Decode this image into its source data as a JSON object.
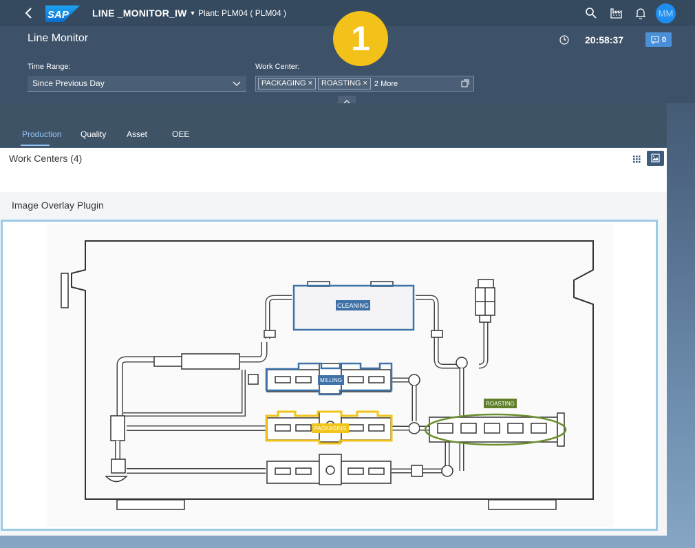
{
  "shell": {
    "app_title": "LINE _MONITOR_IW",
    "plant": "Plant: PLM04 ( PLM04 )",
    "logo_text": "SAP",
    "avatar": "MM"
  },
  "header": {
    "page_title": "Line Monitor",
    "step_badge": "1",
    "time": "20:58:37",
    "notifications": "0",
    "time_range_label": "Time Range:",
    "time_range_value": "Since Previous Day",
    "work_center_label": "Work Center:",
    "work_center_tokens": [
      "PACKAGING",
      "ROASTING"
    ],
    "work_center_more": "2 More"
  },
  "tabs": [
    {
      "label": "Production",
      "active": true
    },
    {
      "label": "Quality",
      "active": false
    },
    {
      "label": "Asset",
      "active": false
    },
    {
      "label": "OEE",
      "active": false
    }
  ],
  "content": {
    "work_centers_title": "Work Centers (4)",
    "overlay_title": "Image Overlay Plugin"
  },
  "diagram": {
    "labels": {
      "cleaning": "CLEANING",
      "milling": "MILLING",
      "packaging": "PACKAGING",
      "roasting": "ROASTING"
    },
    "colors": {
      "cleaning": "#3f72a8",
      "milling": "#3f72a8",
      "packaging": "#f0c419",
      "roasting": "#5f7f2a"
    }
  },
  "colors": {
    "shell": "#354a5f",
    "accent": "#94c7ff",
    "badge": "#f2c11a"
  }
}
